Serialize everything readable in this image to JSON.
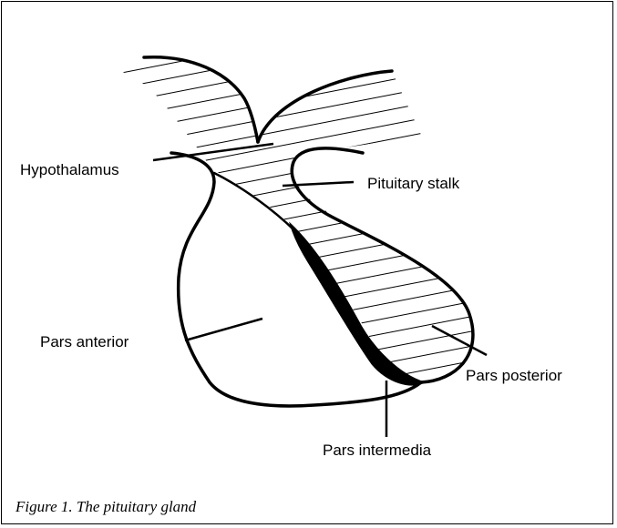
{
  "labels": {
    "hypothalamus": "Hypothalamus",
    "pituitary_stalk": "Pituitary stalk",
    "pars_anterior": "Pars anterior",
    "pars_posterior": "Pars posterior",
    "pars_intermedia": "Pars intermedia"
  },
  "caption": "Figure 1. The pituitary gland",
  "colors": {
    "stroke": "#000000",
    "background": "#ffffff"
  }
}
